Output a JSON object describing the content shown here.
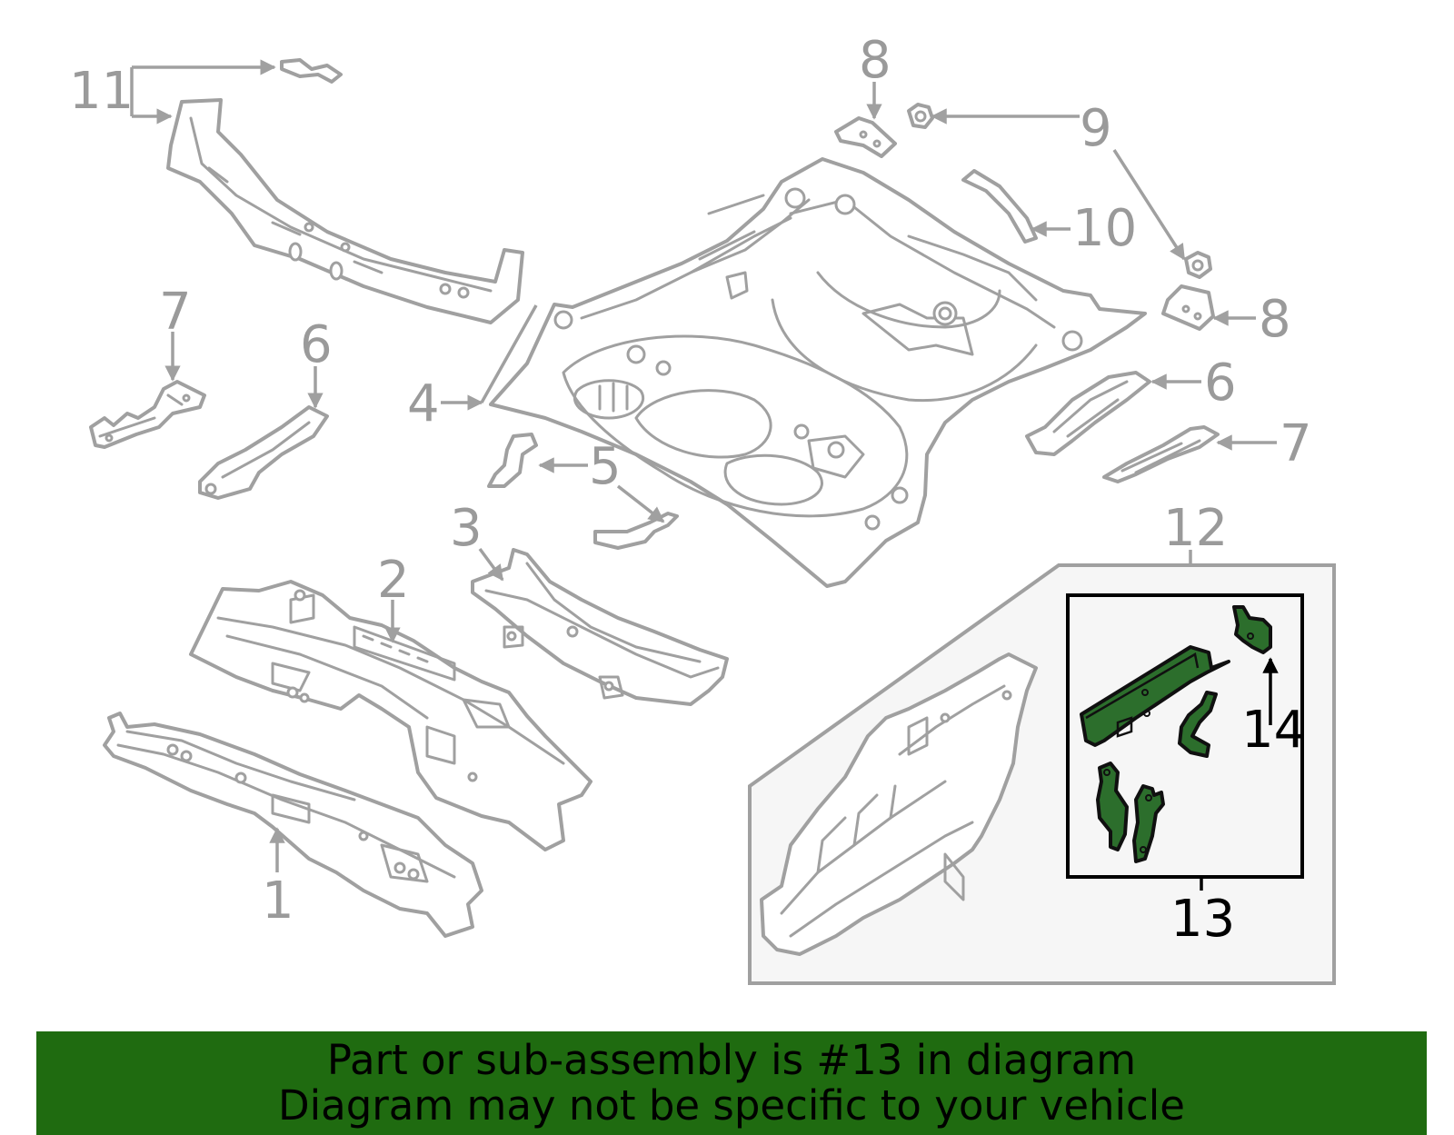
{
  "callouts": {
    "c1": "1",
    "c2": "2",
    "c3": "3",
    "c4": "4",
    "c5": "5",
    "c6a": "6",
    "c6b": "6",
    "c7a": "7",
    "c7b": "7",
    "c8a": "8",
    "c8b": "8",
    "c9": "9",
    "c10": "10",
    "c11": "11",
    "c12": "12",
    "c13": "13",
    "c14": "14"
  },
  "highlighted_part": "13",
  "colors": {
    "highlight_fill": "#2c6e2c",
    "banner_background": "#1f6b10",
    "line_gray": "#a0a0a0"
  },
  "banner": {
    "line1": "Part or sub-assembly is #13 in diagram",
    "line2": "Diagram may not be specific to your vehicle"
  }
}
